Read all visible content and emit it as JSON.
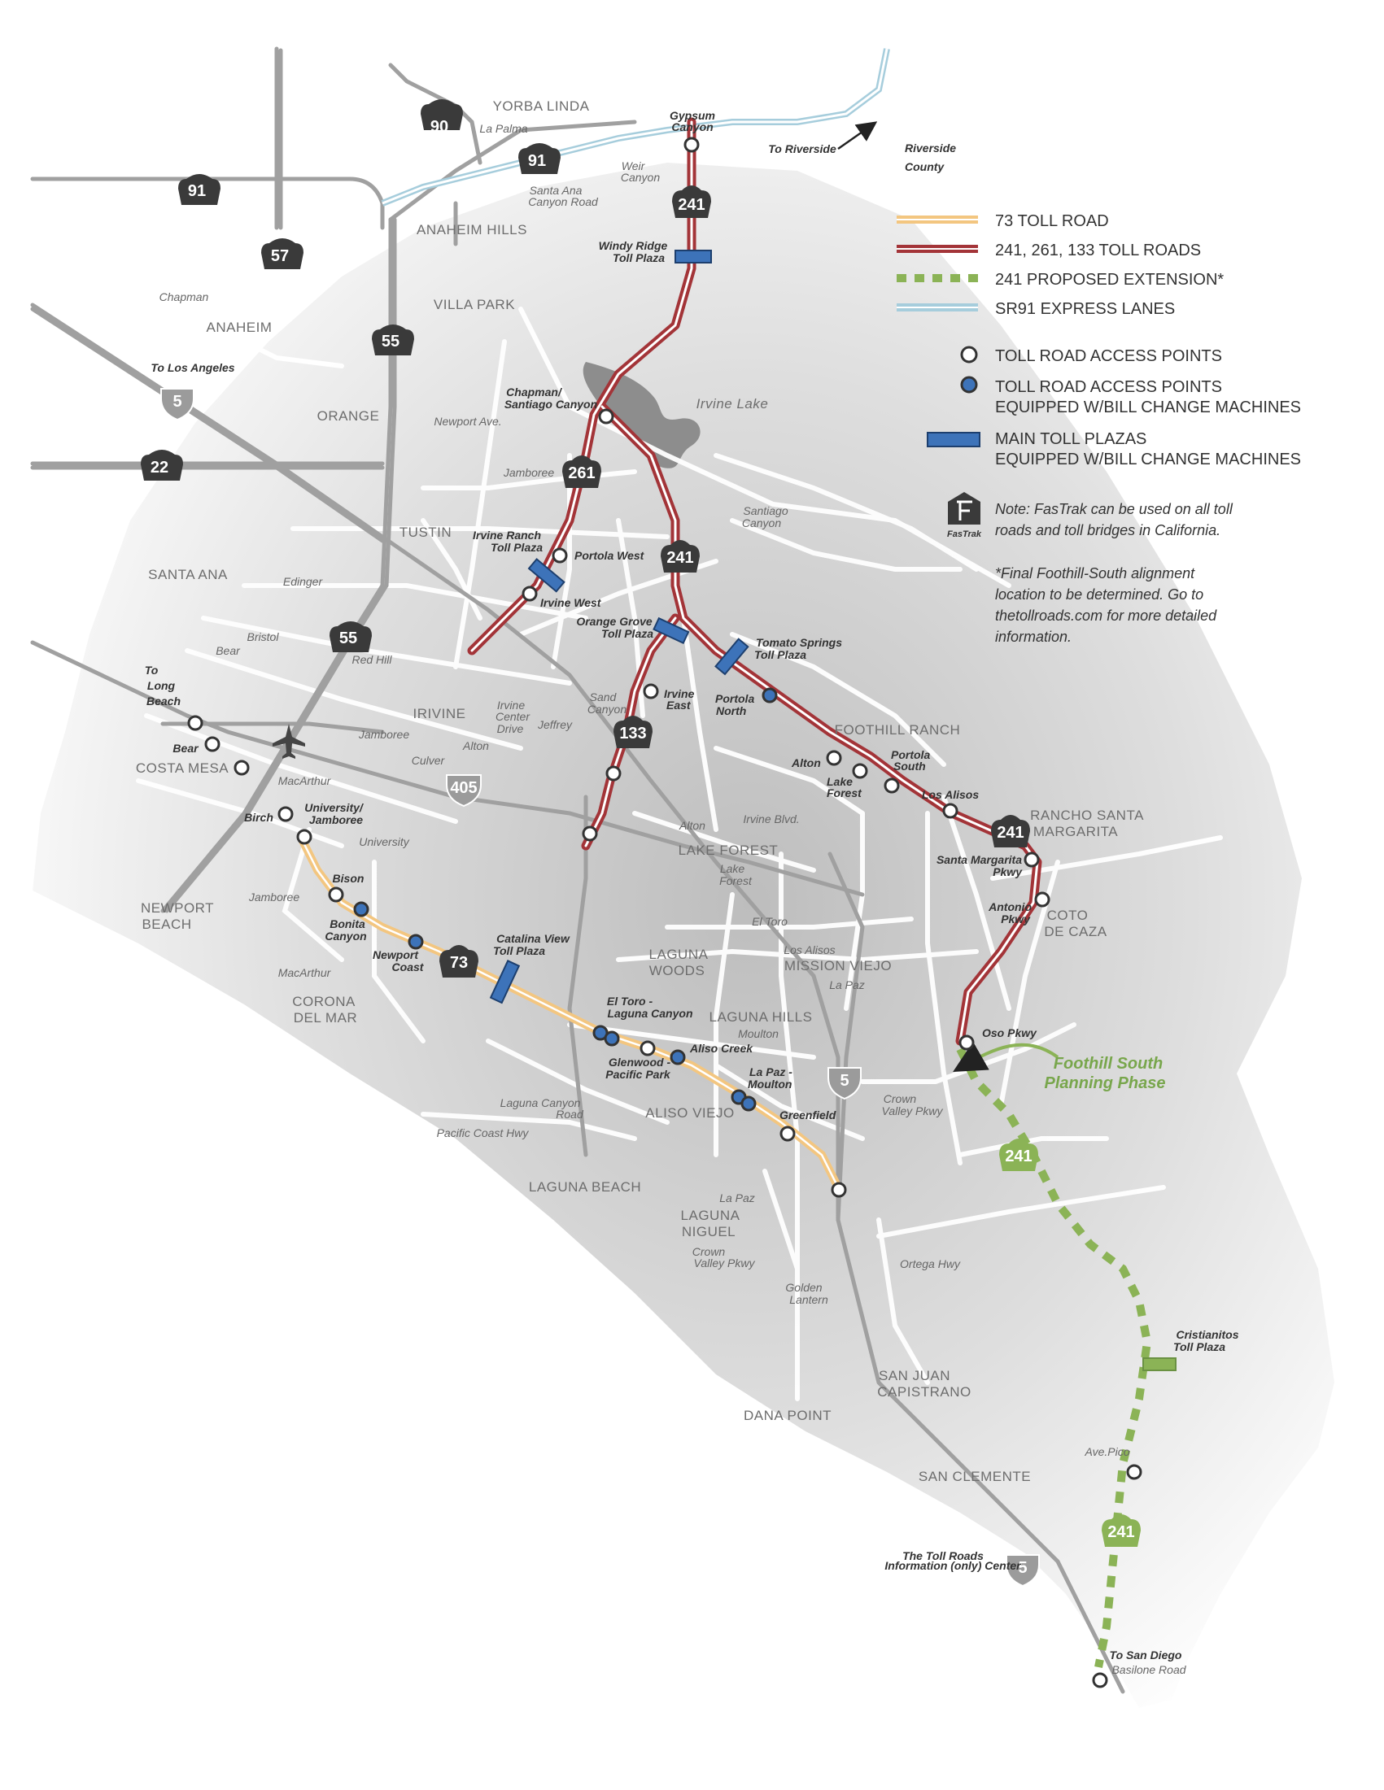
{
  "legend": {
    "toll73": "73 TOLL ROAD",
    "toll241": "241, 261, 133 TOLL ROADS",
    "proposed": "241 PROPOSED EXTENSION*",
    "sr91": "SR91 EXPRESS LANES",
    "access": "TOLL ROAD ACCESS POINTS",
    "access_bill_1": "TOLL ROAD ACCESS POINTS",
    "access_bill_2": "EQUIPPED  W/BILL CHANGE MACHINES",
    "plaza_1": "MAIN TOLL PLAZAS",
    "plaza_2": "EQUIPPED  W/BILL CHANGE MACHINES",
    "fastrak_logo": "FasTrak",
    "note_1": "Note: FasTrak can be used on all toll",
    "note_2": "roads and toll bridges in California.",
    "final_1": "*Final Foothill-South alignment",
    "final_2": "location to be determined. Go to",
    "final_3": "thetollroads.com for more detailed",
    "final_4": "information."
  },
  "county": {
    "line1": "Riverside",
    "line2": "County"
  },
  "directions": {
    "riverside": "To Riverside",
    "los_angeles": "To Los Angeles",
    "long_beach_1": "To",
    "long_beach_2": "Long",
    "long_beach_3": "Beach",
    "san_diego": "To San Diego",
    "basilone": "Basilone Road"
  },
  "planning": {
    "line1": "Foothill South",
    "line2": "Planning Phase"
  },
  "info_center": {
    "line1": "The Toll Roads",
    "line2": "Information (only) Center"
  },
  "shields": {
    "s90": "90",
    "s91a": "91",
    "s91b": "91",
    "s57": "57",
    "s55a": "55",
    "s55b": "55",
    "s22": "22",
    "s5a": "5",
    "s5b": "5",
    "s5c": "5",
    "s405": "405",
    "s241a": "241",
    "s241b": "241",
    "s241c": "241",
    "s261": "261",
    "s133": "133",
    "s73": "73",
    "s241p1": "241",
    "s241p2": "241"
  },
  "cities": {
    "yorba_linda": "YORBA LINDA",
    "anaheim_hills": "ANAHEIM HILLS",
    "villa_park": "VILLA PARK",
    "anaheim": "ANAHEIM",
    "orange": "ORANGE",
    "tustin": "TUSTIN",
    "santa_ana": "SANTA ANA",
    "irvine": "IRIVINE",
    "costa_mesa": "COSTA MESA",
    "newport_beach_1": "NEWPORT",
    "newport_beach_2": "BEACH",
    "corona_1": "CORONA",
    "corona_2": "DEL MAR",
    "foothill_ranch": "FOOTHILL RANCH",
    "rancho_1": "RANCHO SANTA",
    "rancho_2": "MARGARITA",
    "lake_forest": "LAKE FOREST",
    "coto_1": "COTO",
    "coto_2": "DE CAZA",
    "mission_viejo": "MISSION VIEJO",
    "laguna_woods_1": "LAGUNA",
    "laguna_woods_2": "WOODS",
    "laguna_hills": "LAGUNA HILLS",
    "aliso_viejo": "ALISO VIEJO",
    "laguna_beach": "LAGUNA BEACH",
    "laguna_niguel_1": "LAGUNA",
    "laguna_niguel_2": "NIGUEL",
    "san_juan_1": "SAN JUAN",
    "san_juan_2": "CAPISTRANO",
    "dana_point": "DANA POINT",
    "san_clemente": "SAN CLEMENTE",
    "irvine_lake": "Irvine Lake"
  },
  "streets": {
    "la_palma": "La Palma",
    "santa_ana_canyon_1": "Santa Ana",
    "santa_ana_canyon_2": "Canyon Road",
    "weir_1": "Weir",
    "weir_2": "Canyon",
    "chapman": "Chapman",
    "newport_ave": "Newport Ave.",
    "jamboree_n": "Jamboree",
    "santiago_1": "Santiago",
    "santiago_2": "Canyon",
    "edinger": "Edinger",
    "bristol": "Bristol",
    "bear_st": "Bear",
    "red_hill": "Red Hill",
    "irvine_center_1": "Irvine",
    "irvine_center_2": "Center",
    "irvine_center_3": "Drive",
    "jeffrey": "Jeffrey",
    "sand_canyon_1": "Sand",
    "sand_canyon_2": "Canyon",
    "jamboree_m": "Jamboree",
    "alton_w": "Alton",
    "culver": "Culver",
    "macarthur_n": "MacArthur",
    "university": "University",
    "jamboree_s": "Jamboree",
    "macarthur_s": "MacArthur",
    "alton_m": "Alton",
    "irvine_blvd": "Irvine Blvd.",
    "lake_forest_1": "Lake",
    "lake_forest_2": "Forest",
    "el_toro": "El Toro",
    "los_alisos": "Los Alisos",
    "la_paz_n": "La Paz",
    "moulton": "Moulton",
    "crown_valley_1": "Crown",
    "crown_valley_2": "Valley Pkwy",
    "laguna_canyon_1": "Laguna Canyon",
    "laguna_canyon_2": "Road",
    "pch": "Pacific Coast Hwy",
    "la_paz_s": "La Paz",
    "crown_valley_s1": "Crown",
    "crown_valley_s2": "Valley Pkwy",
    "golden_1": "Golden",
    "golden_2": "Lantern",
    "ortega": "Ortega Hwy",
    "ave_pico": "Ave.Pico"
  },
  "exits": {
    "gypsum_1": "Gypsum",
    "gypsum_2": "Canyon",
    "chapman_santiago_1": "Chapman/",
    "chapman_santiago_2": "Santiago Canyon",
    "portola_west": "Portola West",
    "irvine_west": "Irvine West",
    "irvine_east_1": "Irvine",
    "irvine_east_2": "East",
    "portola_north_1": "Portola",
    "portola_north_2": "North",
    "alton": "Alton",
    "lake_forest_1": "Lake",
    "lake_forest_2": "Forest",
    "portola_south_1": "Portola",
    "portola_south_2": "South",
    "los_alisos": "Los Alisos",
    "santa_margarita_1": "Santa Margarita",
    "santa_margarita_2": "Pkwy",
    "antonio_1": "Antonio",
    "antonio_2": "Pkwy",
    "oso": "Oso Pkwy",
    "bear": "Bear",
    "birch": "Birch",
    "university_1": "University/",
    "university_2": "Jamboree",
    "bison": "Bison",
    "bonita_1": "Bonita",
    "bonita_2": "Canyon",
    "newport_coast_1": "Newport",
    "newport_coast_2": "Coast",
    "el_toro_1": "El Toro -",
    "el_toro_2": "Laguna Canyon",
    "glenwood_1": "Glenwood -",
    "glenwood_2": "Pacific Park",
    "aliso_creek": "Aliso Creek",
    "la_paz_1": "La Paz -",
    "la_paz_2": "Moulton",
    "greenfield": "Greenfield"
  },
  "plazas": {
    "windy_1": "Windy Ridge",
    "windy_2": "Toll Plaza",
    "irvine_ranch_1": "Irvine Ranch",
    "irvine_ranch_2": "Toll Plaza",
    "orange_grove_1": "Orange Grove",
    "orange_grove_2": "Toll Plaza",
    "tomato_1": "Tomato Springs",
    "tomato_2": "Toll Plaza",
    "catalina_1": "Catalina View",
    "catalina_2": "Toll Plaza",
    "cristianitos_1": "Cristianitos",
    "cristianitos_2": "Toll Plaza"
  },
  "colors": {
    "toll73": "#f3c680",
    "toll241": "#a33438",
    "proposed": "#8bb356",
    "sr91": "#a6cddc",
    "plaza": "#3d73b9",
    "road": "#ffffff",
    "freeway": "#9b9b9b",
    "shield": "#3a3a3a"
  }
}
